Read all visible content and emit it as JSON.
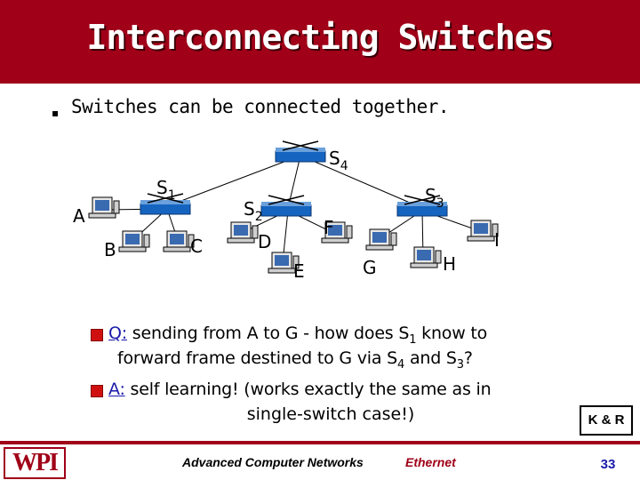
{
  "slide": {
    "title": "Interconnecting Switches",
    "bullet": "Switches can be connected together."
  },
  "diagram": {
    "switches": [
      {
        "id": "S4",
        "base": "S",
        "sub": "4"
      },
      {
        "id": "S1",
        "base": "S",
        "sub": "1"
      },
      {
        "id": "S2",
        "base": "S",
        "sub": "2"
      },
      {
        "id": "S3",
        "base": "S",
        "sub": "3"
      }
    ],
    "hosts": [
      "A",
      "B",
      "C",
      "D",
      "E",
      "F",
      "G",
      "H",
      "I"
    ]
  },
  "qa": {
    "q_tag": "Q:",
    "q_part1": " sending from A to G - how does S",
    "q_sub1": "1",
    "q_part2": " know to",
    "q_line2a": "forward frame destined to  G via S",
    "q_sub4": "4",
    "q_line2b": " and S",
    "q_sub3": "3",
    "q_line2c": "?",
    "a_tag": "A:",
    "a_text": " self learning! (works exactly the same as in",
    "a_line2": "single-switch case!)"
  },
  "footer": {
    "logo": "WPI",
    "course": "Advanced Computer Networks",
    "topic": "Ethernet",
    "credit": "K & R",
    "page": "33"
  },
  "colors": {
    "title_bar": "#a00018",
    "link": "#1a1aaa",
    "bullet_red": "#d01010"
  }
}
